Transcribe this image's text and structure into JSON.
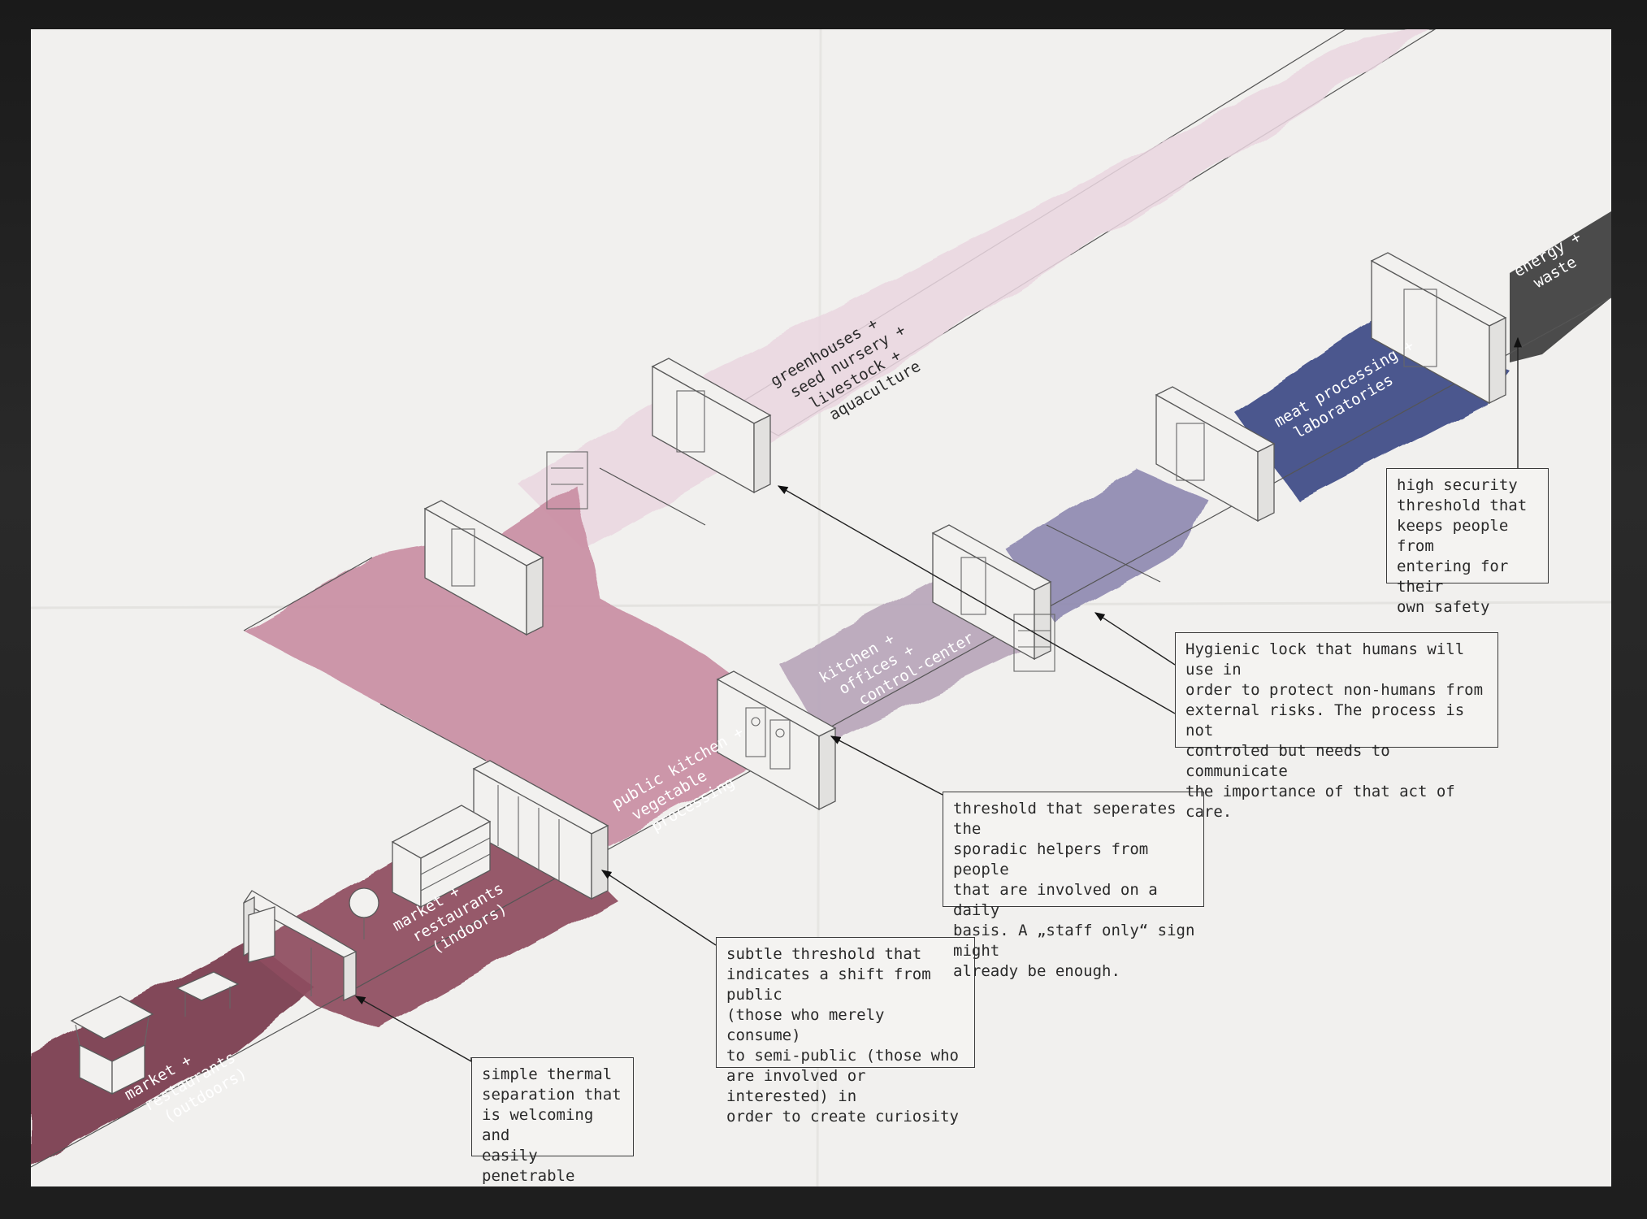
{
  "zones": {
    "outdoor_market": "market +\nrestaurants\n(outdoors)",
    "indoor_market": "market +\nrestaurants\n(indoors)",
    "public_kitchen": "public kitchen +\nvegetable\nprocessing",
    "greenhouses": "greenhouses +\nseed nursery +\nlivestock +\naquaculture",
    "kitchen_offices": "kitchen +\noffices +\ncontrol-center",
    "meat_processing": "meat processing +\nlaboratories",
    "energy_waste": "energy +\nwaste"
  },
  "annotations": {
    "thermal": "simple thermal\nseparation that\nis welcoming and\neasily penetrable",
    "subtle": "subtle threshold that\nindicates a shift from public\n(those who merely consume)\nto semi-public (those who\nare involved or interested) in\norder to create curiosity",
    "staff": "threshold that seperates the\nsporadic helpers from people\nthat are involved on a daily\nbasis. A „staff only“ sign might\nalready be enough.",
    "hygienic": "Hygienic lock that humans will use in\norder to protect non-humans from\nexternal risks. The process is not\ncontroled but needs to communicate\nthe importance of that act of care.",
    "security": "high security\nthreshold that\nkeeps people from\nentering for their\nown safety"
  },
  "colors": {
    "outdoor": "#7a3a4c",
    "indoor": "#8e4d5e",
    "public": "#c98ea3",
    "greenhouse": "#ead6e0",
    "kitchen": "#b9a6bb",
    "prep": "#8f8ab1",
    "meat": "#3e4a86",
    "energy": "#3d3d3d"
  }
}
